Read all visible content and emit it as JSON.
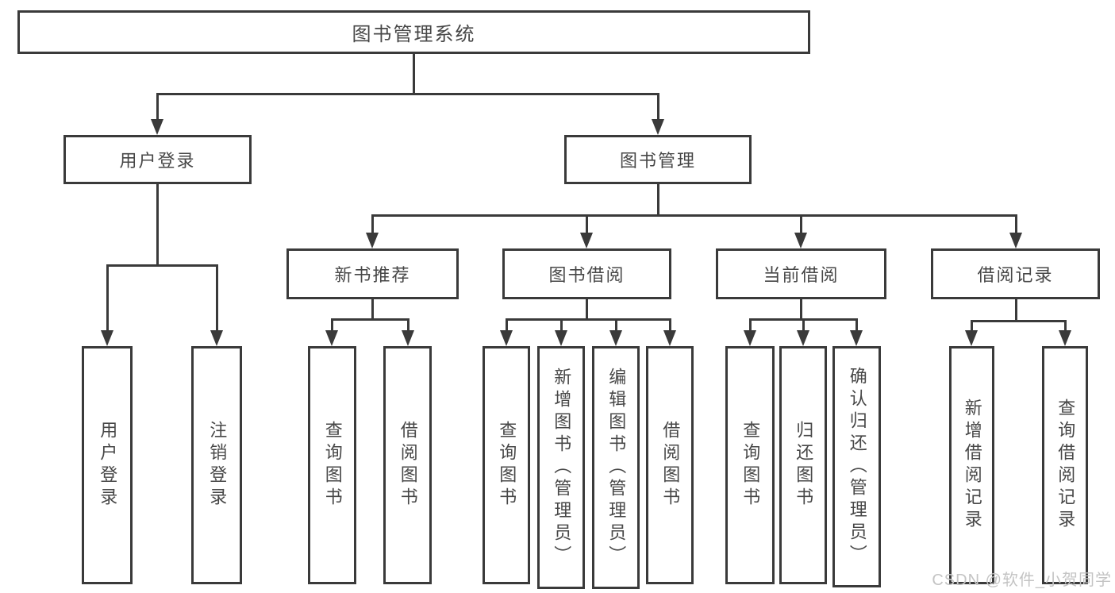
{
  "diagram_type": "hierarchy-tree",
  "tree": {
    "label": "图书管理系统",
    "children": [
      {
        "label": "用户登录",
        "children": [
          {
            "label": "用户登录"
          },
          {
            "label": "注销登录"
          }
        ]
      },
      {
        "label": "图书管理",
        "children": [
          {
            "label": "新书推荐",
            "children": [
              {
                "label": "查询图书"
              },
              {
                "label": "借阅图书"
              }
            ]
          },
          {
            "label": "图书借阅",
            "children": [
              {
                "label": "查询图书"
              },
              {
                "label": "新增图书（管理员）"
              },
              {
                "label": "编辑图书（管理员）"
              },
              {
                "label": "借阅图书"
              }
            ]
          },
          {
            "label": "当前借阅",
            "children": [
              {
                "label": "查询图书"
              },
              {
                "label": "归还图书"
              },
              {
                "label": "确认归还（管理员）"
              }
            ]
          },
          {
            "label": "借阅记录",
            "children": [
              {
                "label": "新增借阅记录"
              },
              {
                "label": "查询借阅记录"
              }
            ]
          }
        ]
      }
    ]
  },
  "watermark": "CSDN @软件_小贺同学",
  "colors": {
    "line": "#3a3a3a",
    "text": "#474747",
    "background": "#ffffff",
    "watermark": "#c4c4c4"
  }
}
